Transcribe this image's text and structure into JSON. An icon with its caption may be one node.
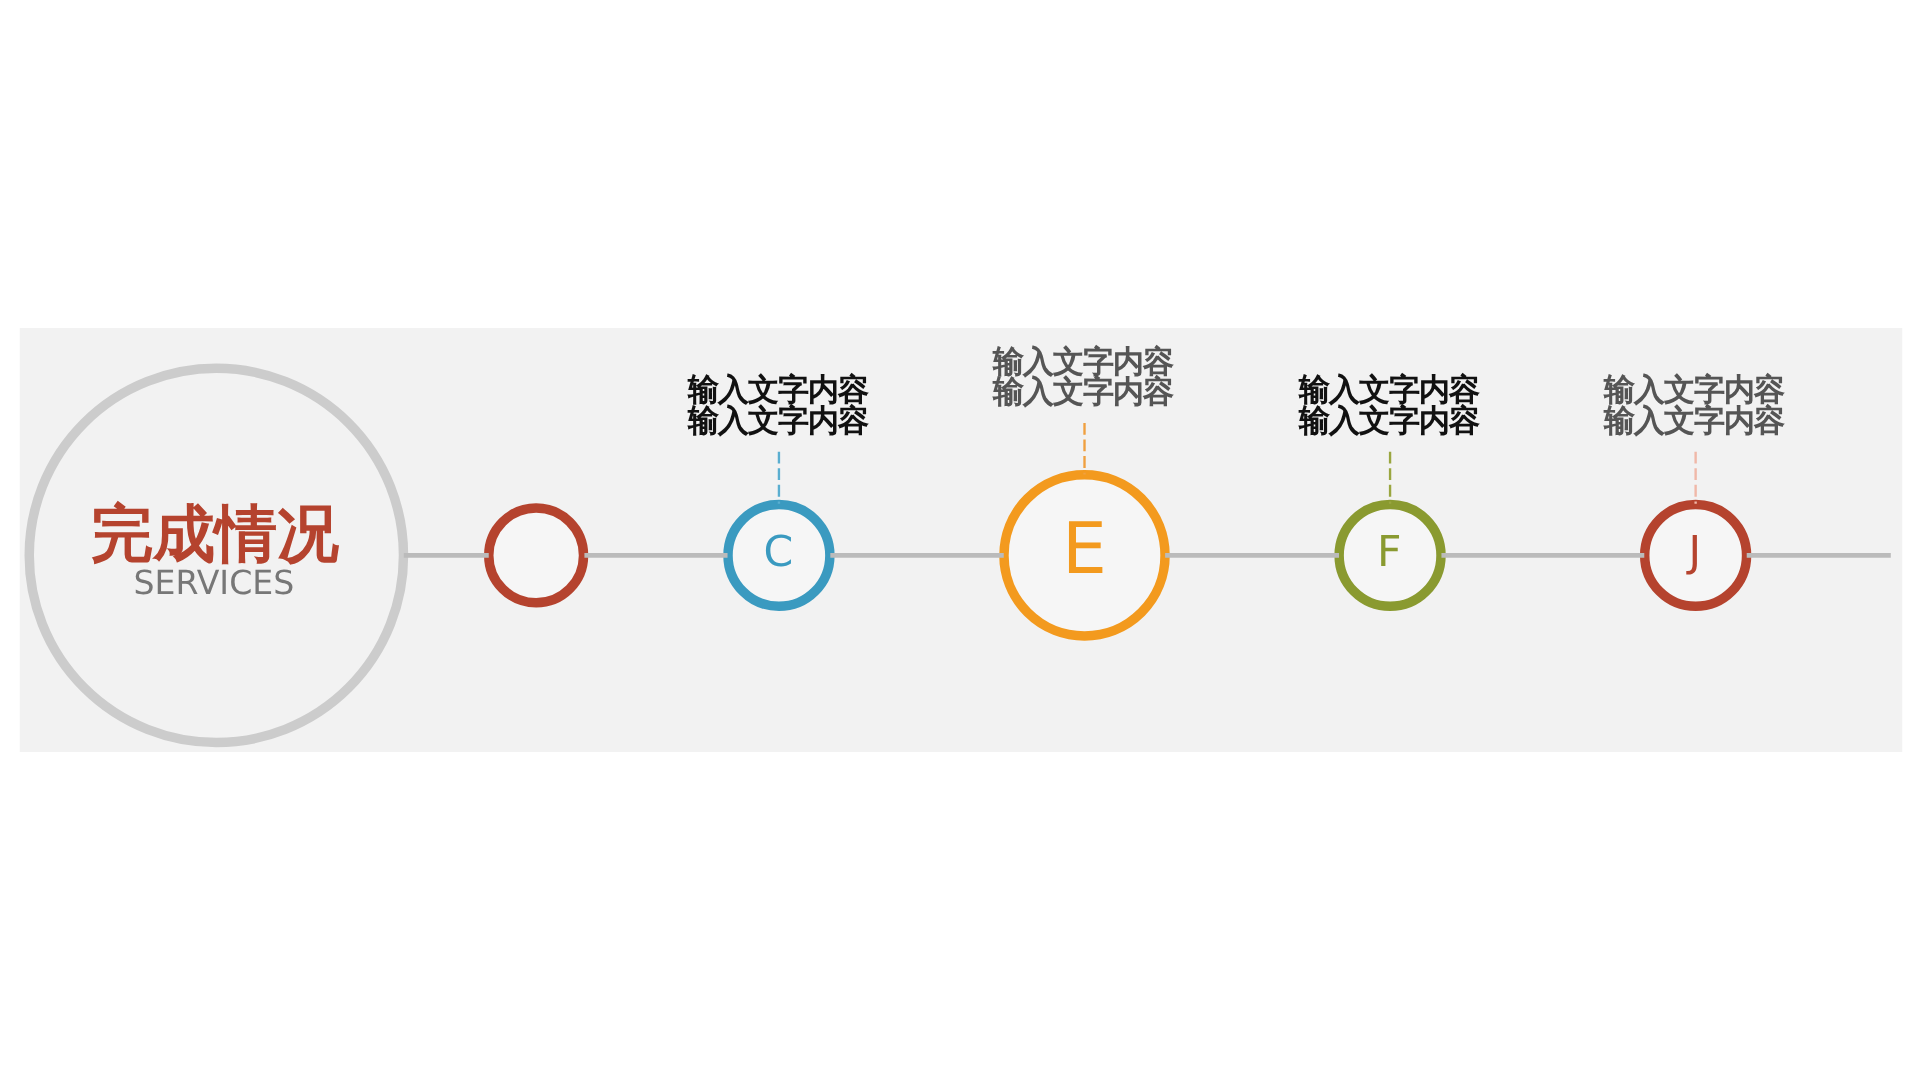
{
  "diagram": {
    "nodes": [
      {
        "text": [
          "完成情况",
          "SERVICES"
        ]
      },
      {
        "text": [],
        "shape": "circle"
      },
      {
        "text": [
          "C"
        ]
      },
      {
        "text": [
          "E"
        ]
      },
      {
        "text": [
          "F"
        ]
      },
      {
        "text": [
          "J"
        ]
      },
      {
        "text": [
          "输入文字内容输入文字内容"
        ]
      },
      {
        "text": [
          "输入文字内容输入文字内容"
        ]
      },
      {
        "text": [
          "输入文字内容输入文字内容"
        ]
      },
      {
        "text": [
          "输入文字内容输入文字内容"
        ]
      }
    ],
    "edges": [
      {
        "from": 0,
        "to": 1,
        "arrow": "none"
      },
      {
        "from": 1,
        "to": 2,
        "arrow": "none"
      },
      {
        "from": 2,
        "to": 3,
        "arrow": "none"
      },
      {
        "from": 3,
        "to": 4,
        "arrow": "none"
      },
      {
        "from": 4,
        "to": 5,
        "arrow": "none"
      },
      {
        "from": 5,
        "to": null,
        "arrow": "none"
      },
      {
        "from": 6,
        "to": 2,
        "arrow": "none",
        "style": "dashed",
        "color": "#5aaed0"
      },
      {
        "from": 7,
        "to": 4,
        "arrow": "none",
        "style": "dashed",
        "color": "#9aa640"
      },
      {
        "from": 8,
        "to": 3,
        "arrow": "none",
        "style": "dashed",
        "color": "#f0a040"
      },
      {
        "from": 9,
        "to": 5,
        "arrow": "none",
        "style": "dashed",
        "color": "#f0b8a8"
      }
    ]
  }
}
